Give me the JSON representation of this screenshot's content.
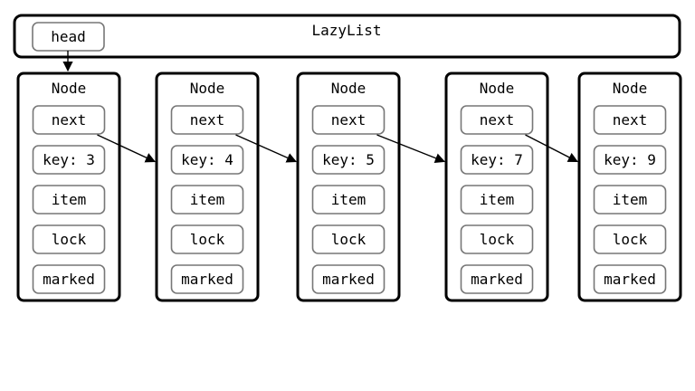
{
  "container": {
    "title": "LazyList",
    "head_label": "head"
  },
  "node_title": "Node",
  "nodes": [
    {
      "fields": [
        "next",
        "key: 3",
        "item",
        "lock",
        "marked"
      ]
    },
    {
      "fields": [
        "next",
        "key: 4",
        "item",
        "lock",
        "marked"
      ]
    },
    {
      "fields": [
        "next",
        "key: 5",
        "item",
        "lock",
        "marked"
      ]
    },
    {
      "fields": [
        "next",
        "key: 7",
        "item",
        "lock",
        "marked"
      ]
    },
    {
      "fields": [
        "next",
        "key: 9",
        "item",
        "lock",
        "marked"
      ]
    }
  ],
  "colors": {
    "outline": "#000000",
    "field_border": "#777777",
    "background": "#ffffff"
  }
}
